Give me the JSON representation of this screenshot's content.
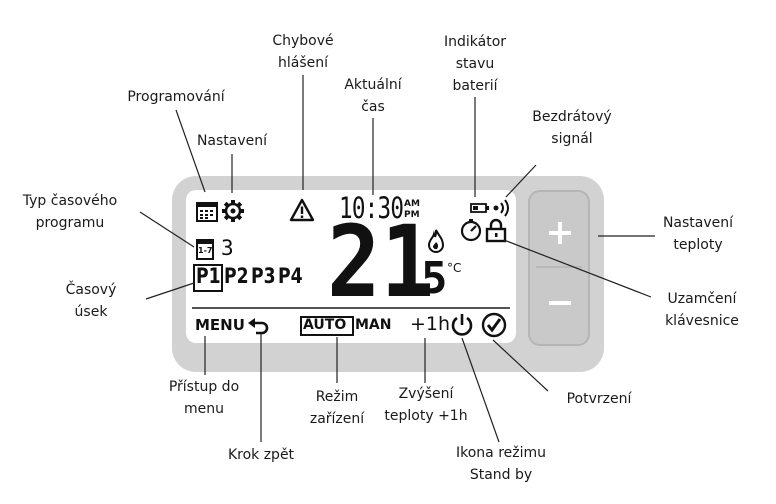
{
  "callouts": {
    "chybove": [
      "Chybové",
      "hlášení"
    ],
    "indikator": [
      "Indikátor",
      "stavu",
      "baterií"
    ],
    "programovani": [
      "Programování"
    ],
    "aktualni": [
      "Aktuální",
      "čas"
    ],
    "bezdratovy": [
      "Bezdrátový",
      "signál"
    ],
    "nastaveni": [
      "Nastavení"
    ],
    "typ": [
      "Typ časového",
      "programu"
    ],
    "nastaveni_teploty": [
      "Nastavení",
      "teploty"
    ],
    "casovy": [
      "Časový",
      "úsek"
    ],
    "uzamceni": [
      "Uzamčení",
      "klávesnice"
    ],
    "pristup": [
      "Přístup do",
      "menu"
    ],
    "rezim": [
      "Režim",
      "zařízení"
    ],
    "zvyseni": [
      "Zvýšení",
      "teploty +1h"
    ],
    "potvrzeni": [
      "Potvrzení"
    ],
    "krok": [
      "Krok zpět"
    ],
    "standby": [
      "Ikona režimu",
      "Stand by"
    ]
  },
  "display": {
    "time_digits": "10:30",
    "am": "AM",
    "pm": "PM",
    "program_type": "1-7",
    "program_number": "3",
    "periods": [
      "P1",
      "P2",
      "P3",
      "P4"
    ],
    "temp_main": "21",
    "temp_decimal": "5",
    "unit": "°C",
    "menu": "MENU",
    "auto": "AUTO",
    "man": "MAN",
    "boost": "+1h"
  },
  "buttons": {
    "plus": "+",
    "minus": "−"
  }
}
